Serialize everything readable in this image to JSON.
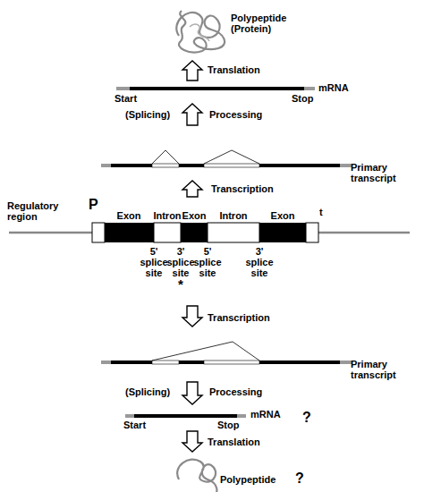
{
  "diagram": {
    "nodes": [
      {
        "text": [
          "Polypeptide (Protein)"
        ]
      },
      {
        "text": [
          "mRNA",
          "Start",
          "Stop"
        ]
      },
      {
        "text": [
          "Primary transcript"
        ]
      },
      {
        "text": [
          "Regulatory region",
          "P",
          "Exon",
          "Intron",
          "Exon",
          "Intron",
          "Exon",
          "t",
          "5' splice site",
          "3' splice site",
          "*",
          "5' splice site",
          "3' splice site"
        ]
      },
      {
        "text": [
          "Primary transcript"
        ]
      },
      {
        "text": [
          "mRNA",
          "Start",
          "Stop"
        ]
      },
      {
        "text": [
          "Polypeptide"
        ]
      }
    ],
    "edges": [
      {
        "from": 1,
        "to": 0,
        "label": "Translation",
        "arrow": "to"
      },
      {
        "from": 2,
        "to": 1,
        "label": "Processing",
        "arrow": "to"
      },
      {
        "from": 3,
        "to": 2,
        "label": "Transcription",
        "arrow": "to"
      },
      {
        "from": 3,
        "to": 4,
        "label": "Transcription",
        "arrow": "to"
      },
      {
        "from": 4,
        "to": 5,
        "label": "Processing",
        "arrow": "to"
      },
      {
        "from": 5,
        "to": 6,
        "label": "Translation",
        "arrow": "to"
      }
    ],
    "labels": [
      "(Splicing)",
      "(Splicing)",
      "?",
      "?"
    ]
  }
}
